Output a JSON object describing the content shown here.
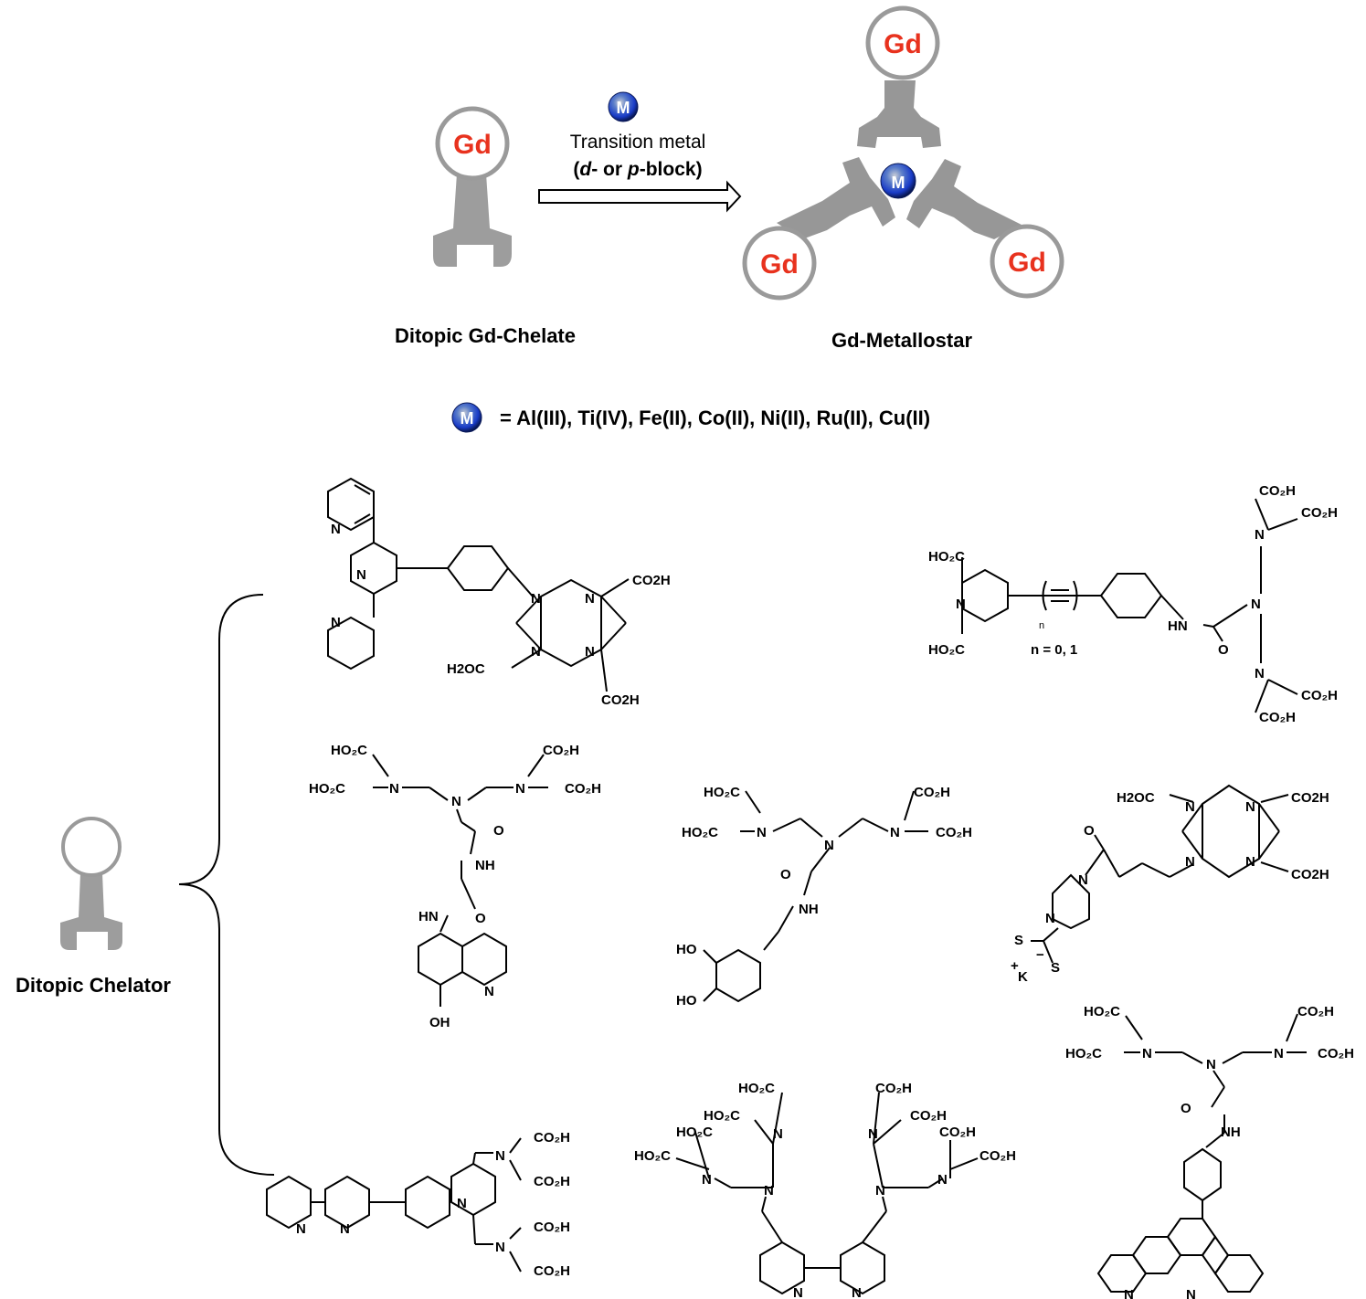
{
  "scheme": {
    "gd_label": "Gd",
    "metal_symbol": "M",
    "arrow_line1": "Transition metal",
    "arrow_line2_open": "(",
    "arrow_line2_d": "d",
    "arrow_line2_mid": "- or ",
    "arrow_line2_p": "p",
    "arrow_line2_end": "-block)",
    "left_caption": "Ditopic Gd-Chelate",
    "right_caption": "Gd-Metallostar",
    "metal_list": "=  Al(III), Ti(IV), Fe(II), Co(II), Ni(II), Ru(II), Cu(II)",
    "chelator_caption": "Ditopic Chelator"
  },
  "structures": {
    "atoms": {
      "N": "N",
      "NH": "NH",
      "HN": "HN",
      "O": "O",
      "OH": "OH",
      "HO": "HO",
      "S": "S",
      "K": "K",
      "co2h": "CO2H",
      "h2oc": "H2OC",
      "ho2c": "HO₂C",
      "co2h_sub": "CO₂H",
      "n_eq": "n = 0, 1",
      "n": "n",
      "plus": "+",
      "minus": "−"
    }
  },
  "colors": {
    "gd_text": "#e8321e",
    "circle_stroke": "#9a9a9a",
    "wrench_fill": "#8c8c8c",
    "metal_blue": "#1a3cc8"
  }
}
